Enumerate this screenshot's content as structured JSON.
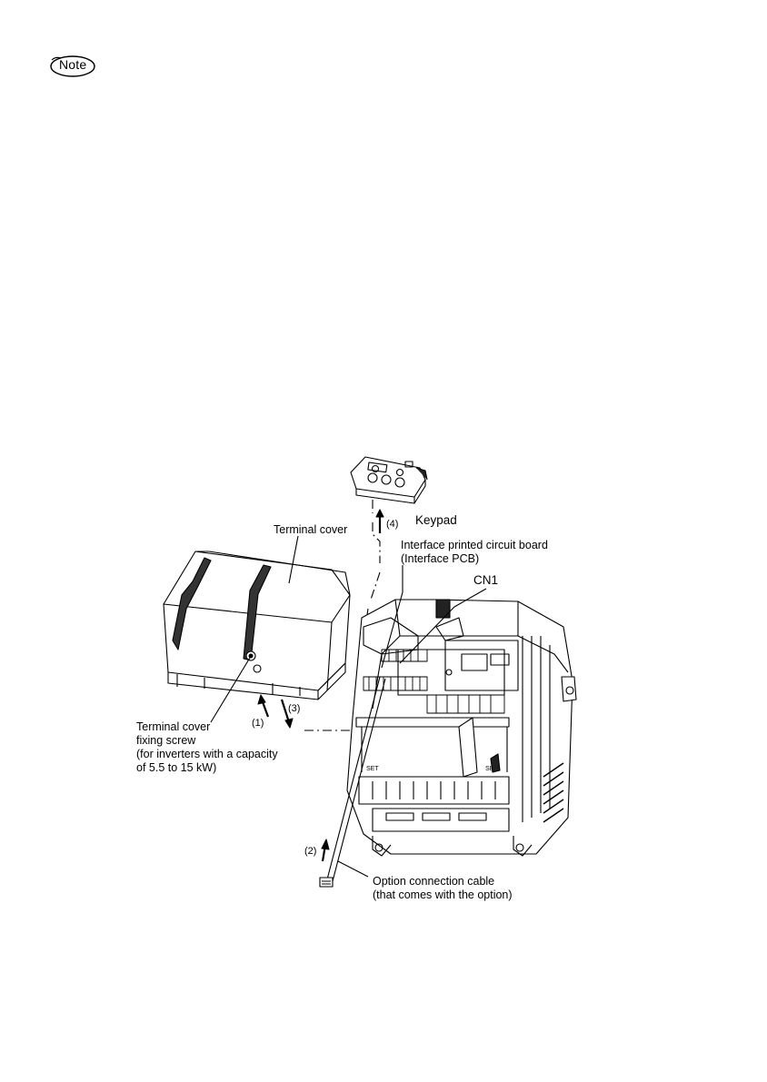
{
  "note": {
    "label": "Note"
  },
  "figure": {
    "labels": {
      "keypad": "Keypad",
      "terminal_cover": "Terminal cover",
      "interface_pcb_line1": "Interface printed circuit board",
      "interface_pcb_line2": "(Interface PCB)",
      "cn1": "CN1",
      "screw_line1": "Terminal cover",
      "screw_line2": "fixing screw",
      "screw_line3": "(for inverters with a capacity",
      "screw_line4": "of 5.5 to 15 kW)",
      "cable_line1": "Option connection cable",
      "cable_line2": "(that comes with the option)"
    },
    "steps": {
      "s1": "(1)",
      "s2": "(2)",
      "s3": "(3)",
      "s4": "(4)"
    }
  }
}
